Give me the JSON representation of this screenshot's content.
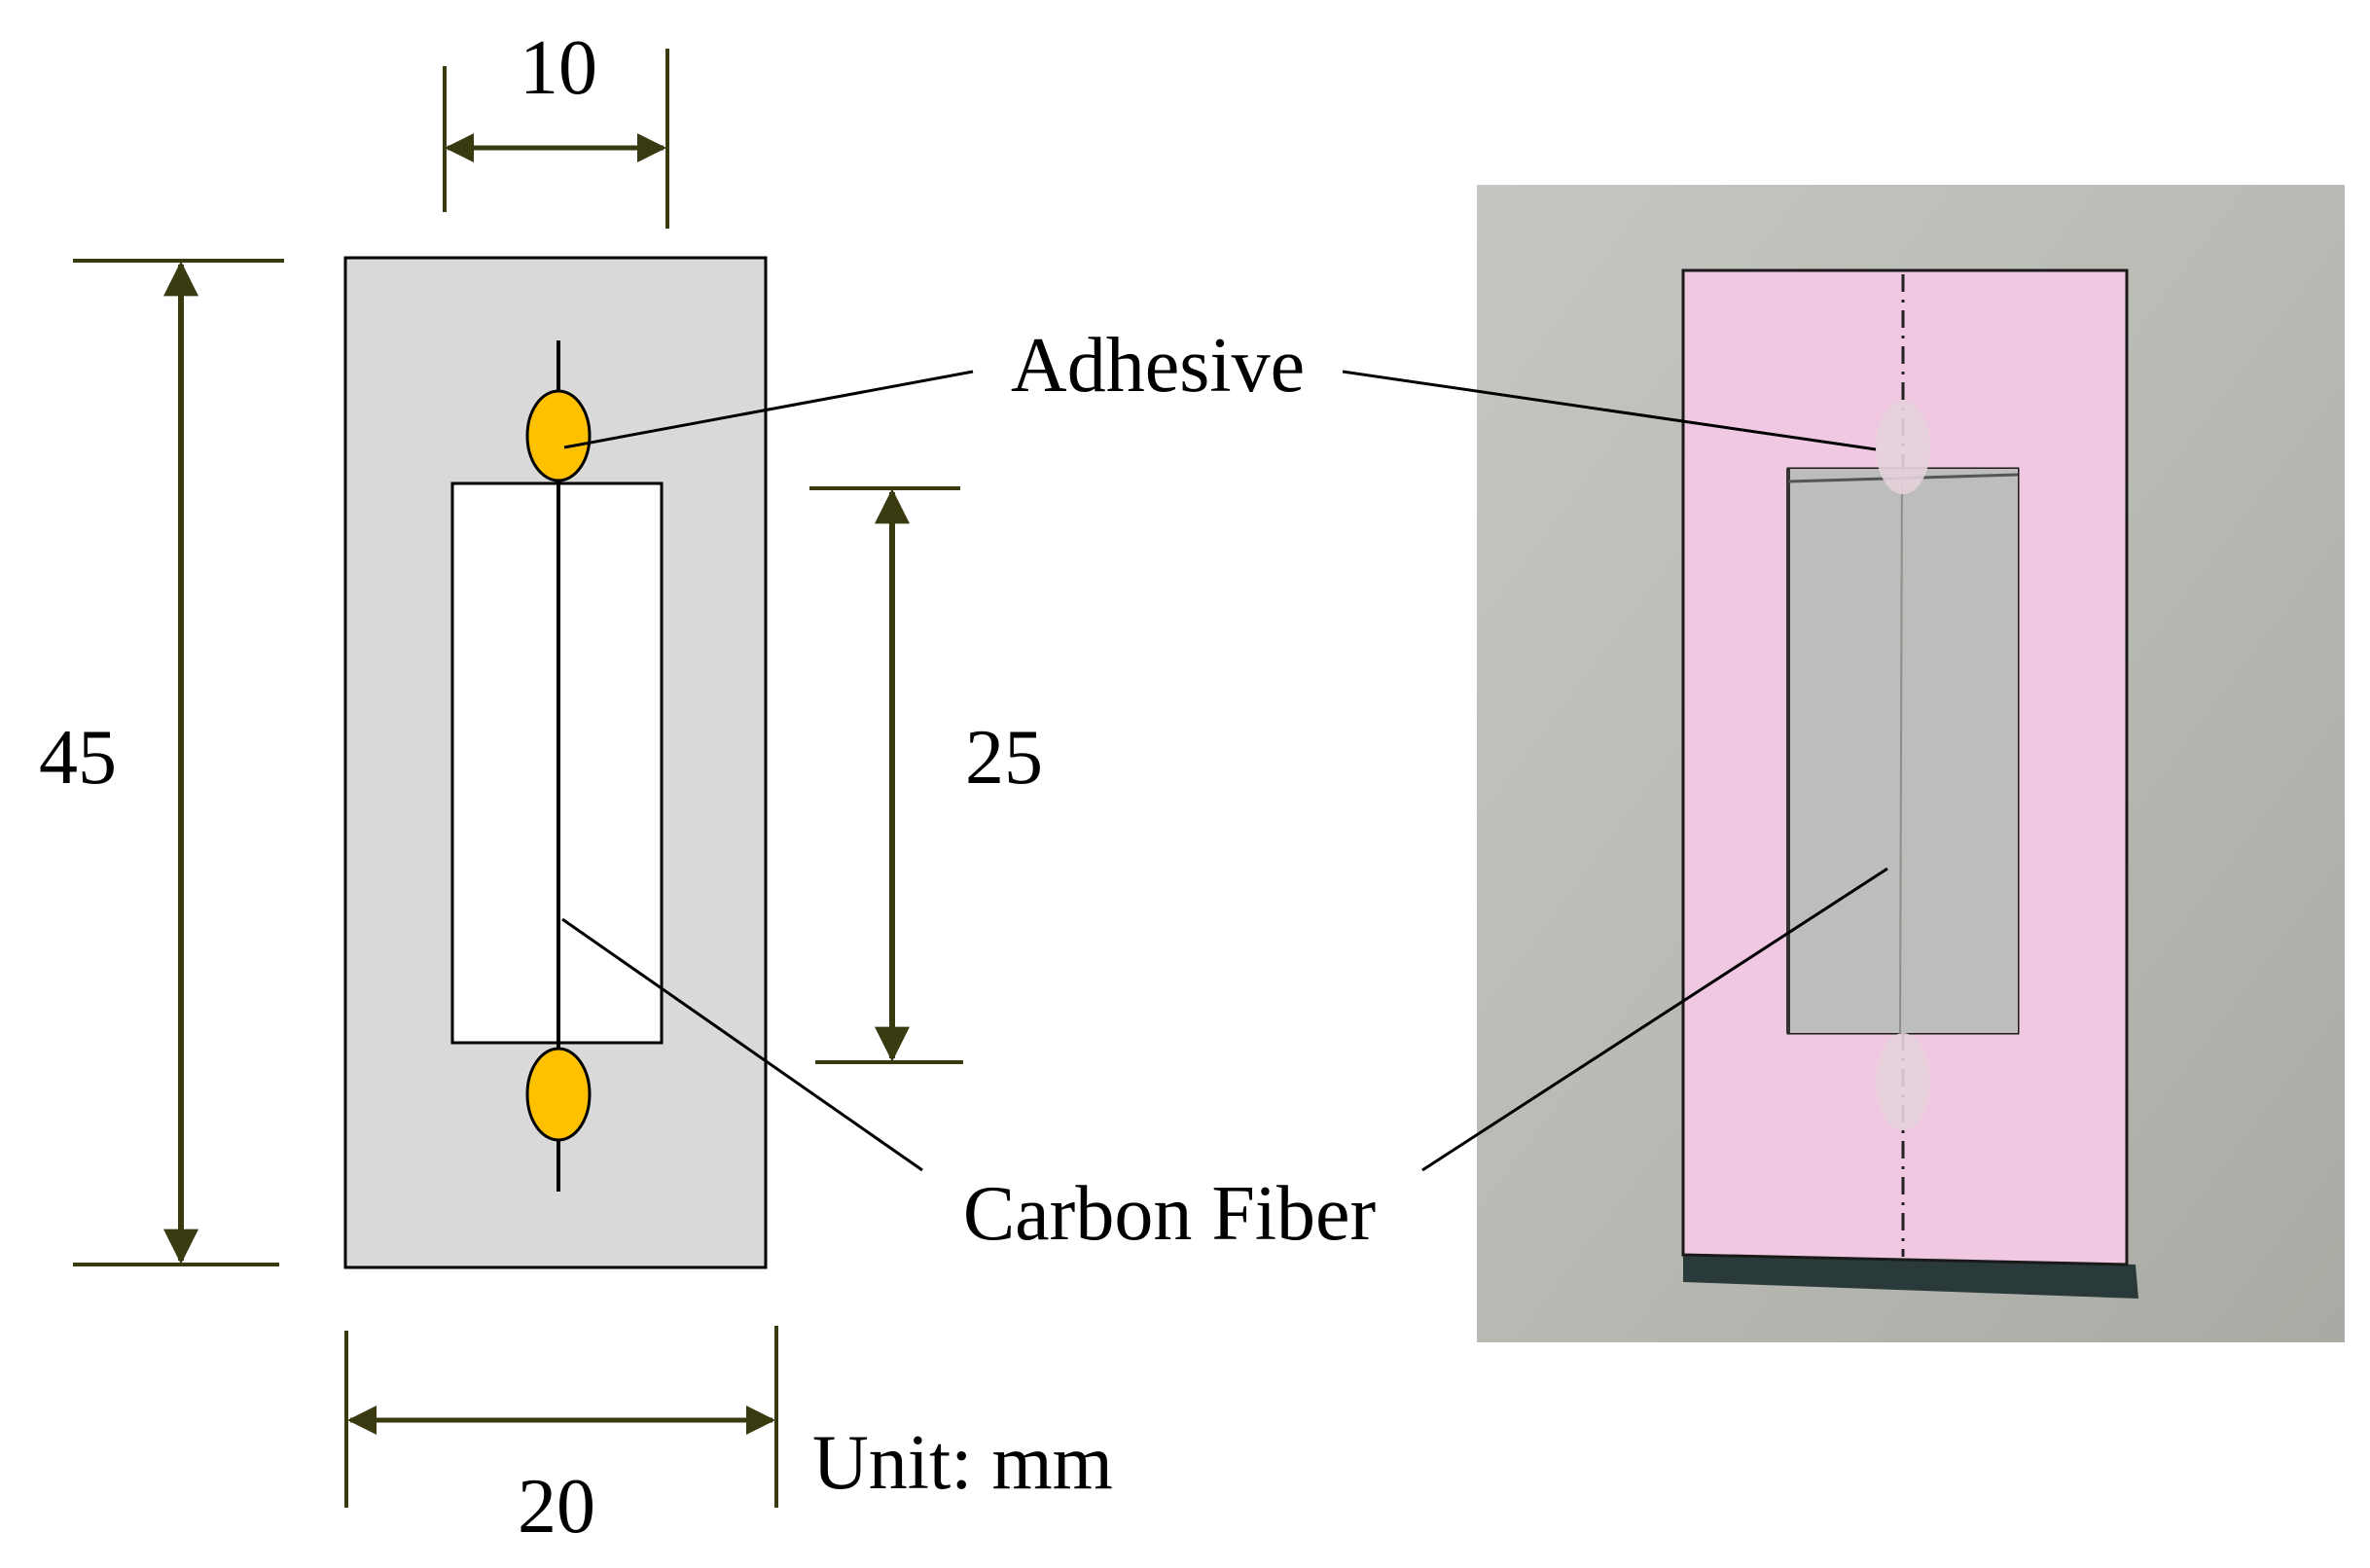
{
  "dimensions": {
    "top_width": "10",
    "total_height": "45",
    "window_height": "25",
    "total_width": "20"
  },
  "labels": {
    "adhesive": "Adhesive",
    "carbon_fiber": "Carbon Fiber",
    "unit": "Unit: mm"
  },
  "colors": {
    "specimen_frame": "#d9d9d9",
    "adhesive_drop": "#ffc000",
    "dimension_line": "#3a3a10",
    "photo_background": "#b9bab4",
    "photo_paper": "#f1c8e2"
  }
}
